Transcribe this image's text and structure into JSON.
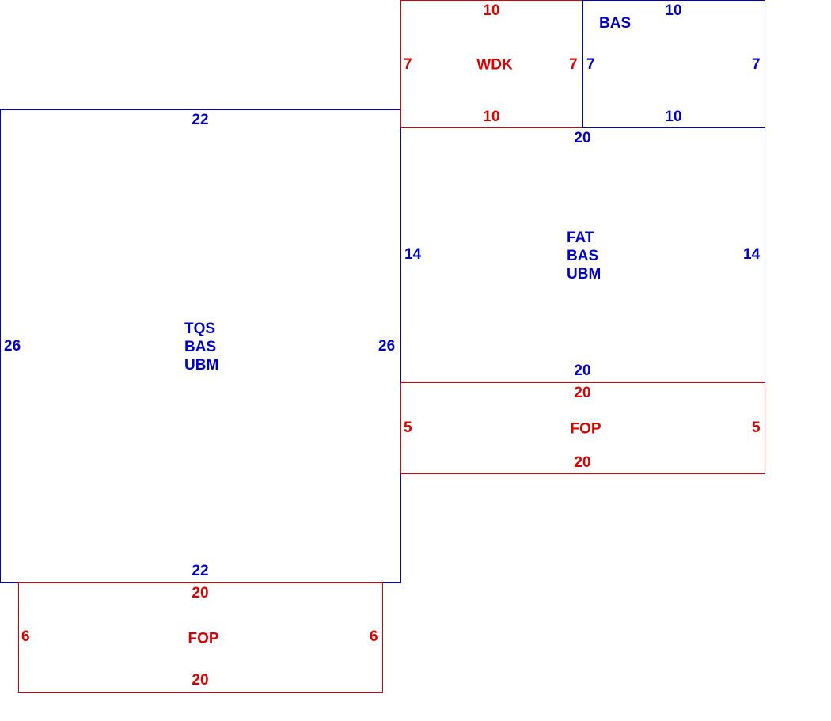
{
  "colors": {
    "blue": "#0000cc",
    "red": "#dd0000"
  },
  "areas": {
    "tqs": {
      "lines": [
        "TQS",
        "BAS",
        "UBM"
      ],
      "top": "22",
      "bottom": "22",
      "left": "26",
      "right": "26",
      "color": "blue"
    },
    "fat": {
      "lines": [
        "FAT",
        "BAS",
        "UBM"
      ],
      "top": "20",
      "bottom": "20",
      "left": "14",
      "right": "14",
      "color": "blue"
    },
    "wdk": {
      "lines": [
        "WDK"
      ],
      "top": "10",
      "bottom": "10",
      "left": "7",
      "right": "7",
      "color": "red"
    },
    "bas": {
      "lines": [
        "BAS"
      ],
      "top": "10",
      "bottom": "10",
      "left": "7",
      "right": "7",
      "color": "blue"
    },
    "fop_right": {
      "lines": [
        "FOP"
      ],
      "top": "20",
      "bottom": "20",
      "left": "5",
      "right": "5",
      "color": "red"
    },
    "fop_bottom": {
      "lines": [
        "FOP"
      ],
      "top": "20",
      "bottom": "20",
      "left": "6",
      "right": "6",
      "color": "red"
    }
  }
}
